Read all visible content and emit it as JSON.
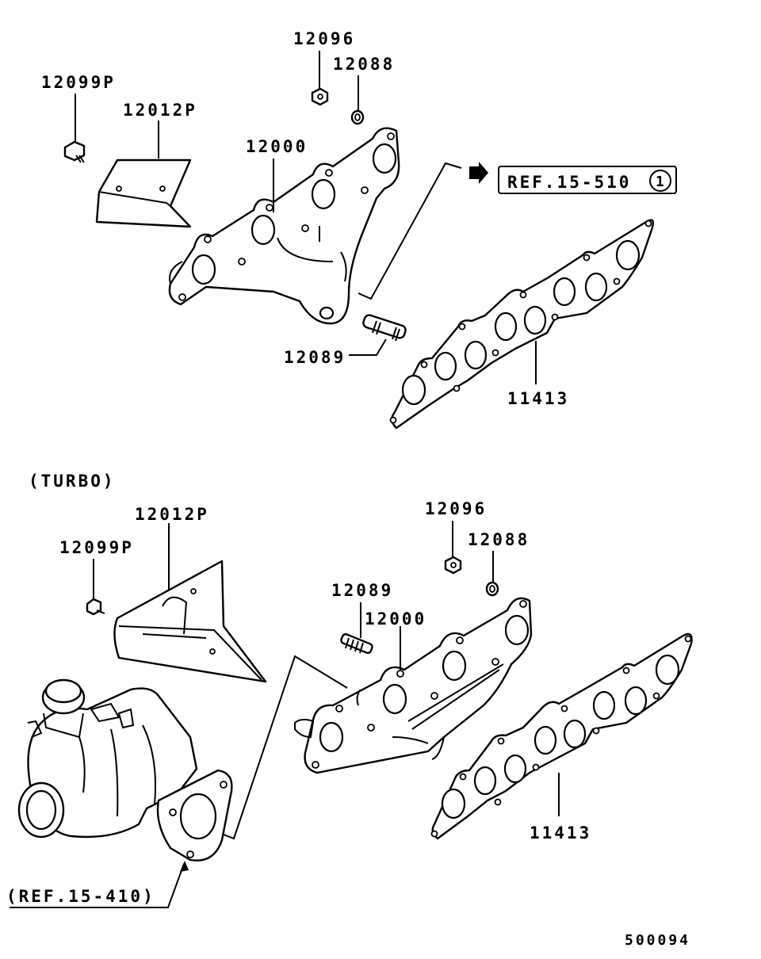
{
  "top": {
    "labels": {
      "bolt": "12099P",
      "bracket": "12012P",
      "nut": "12096",
      "washer": "12088",
      "manifold": "12000",
      "stud": "12089",
      "gasket": "11413"
    },
    "ref_box": {
      "text": "REF.15-510",
      "circle_num": "1"
    }
  },
  "turbo": {
    "section_title": "(TURBO)",
    "labels": {
      "bracket": "12012P",
      "bolt": "12099P",
      "nut": "12096",
      "washer": "12088",
      "stud": "12089",
      "manifold": "12000",
      "gasket": "11413"
    },
    "ref_text": "(REF.15-410)"
  },
  "figure_code": "500094"
}
